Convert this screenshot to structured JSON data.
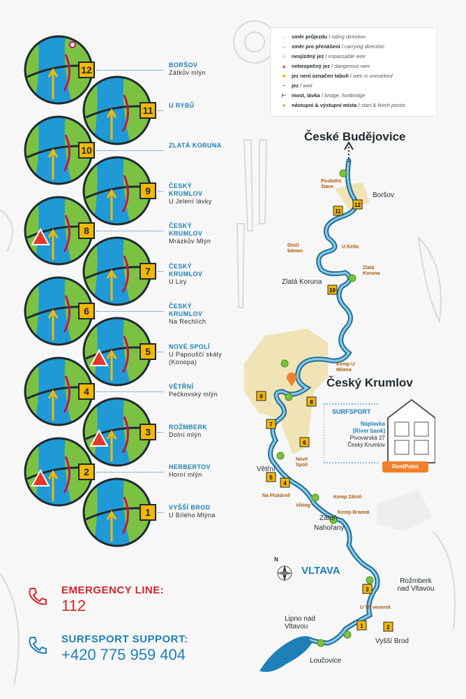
{
  "legend": {
    "items": [
      {
        "icon": "arrow-icon",
        "cz": "směr průjezdu",
        "en": "riding direction"
      },
      {
        "icon": "carry-arrow-icon",
        "cz": "směr pro přenášení",
        "en": "carrying direction"
      },
      {
        "icon": "impassable-icon",
        "cz": "nesjízdný jez",
        "en": "impassable weir"
      },
      {
        "icon": "danger-icon",
        "cz": "nebezpečný jez",
        "en": "dangerous weir"
      },
      {
        "icon": "unmarked-icon",
        "cz": "jez není označen tabulí",
        "en": "weir is unmarked"
      },
      {
        "icon": "weir-icon",
        "cz": "jez",
        "en": "weir"
      },
      {
        "icon": "bridge-icon",
        "cz": "most, lávka",
        "en": "bridge, footbridge"
      },
      {
        "icon": "point-icon",
        "cz": "nástupní & výstupní místa",
        "en": "start & finish points"
      }
    ]
  },
  "weirs": [
    {
      "num": "12",
      "name": "BORŠOV",
      "sub": "Zátkův mlýn"
    },
    {
      "num": "11",
      "name": "U RYBŮ",
      "sub": ""
    },
    {
      "num": "10",
      "name": "ZLATÁ KORUNA",
      "sub": ""
    },
    {
      "num": "9",
      "name": "ČESKÝ KRUMLOV",
      "sub": "U Jelení lávky"
    },
    {
      "num": "8",
      "name": "ČESKÝ KRUMLOV",
      "sub": "Mrázkův Mlýn"
    },
    {
      "num": "7",
      "name": "ČESKÝ KRUMLOV",
      "sub": "U Liry"
    },
    {
      "num": "6",
      "name": "ČESKÝ KRUMLOV",
      "sub": "Na Rechlích"
    },
    {
      "num": "5",
      "name": "NOVÉ SPOLÍ",
      "sub": "U Papouščí skály (Konopa)"
    },
    {
      "num": "4",
      "name": "VĚTŘNÍ",
      "sub": "Pečkovský mlýn"
    },
    {
      "num": "3",
      "name": "ROŽMBERK",
      "sub": "Dolní mlýn"
    },
    {
      "num": "2",
      "name": "HERBERTOV",
      "sub": "Horní mlýn"
    },
    {
      "num": "1",
      "name": "VYŠŠÍ BROD",
      "sub": "U Bílého Mlýna"
    }
  ],
  "contacts": {
    "emergency_title": "EMERGENCY LINE:",
    "emergency_number": "112",
    "support_title": "SURFSPORT SUPPORT:",
    "support_number": "+420 775 959 404"
  },
  "map": {
    "destination": "České Budějovice",
    "main_town": "Český Krumlov",
    "river": "VLTAVA",
    "towns": [
      "Boršov",
      "Zlatá Koruna",
      "Větřní",
      "Zátoň",
      "Nahořany",
      "Rožmberk nad Vltavou",
      "Lipno nad Vltavou",
      "Vyšší Brod",
      "Loučovice"
    ],
    "pois": [
      "Poslední štace",
      "Dívčí kámen",
      "U Kelta",
      "Zlatá Koruna",
      "Kemp U Milana",
      "Nové Spolí",
      "Na Pískárně",
      "Kemp Zátoň",
      "Viking",
      "Kemp Branná",
      "U Tří veverek"
    ],
    "north": "N"
  },
  "rentpoint": {
    "brand": "SURFSPORT",
    "place": "Náplavka",
    "place_en": "[River bank]",
    "street": "Pivovarská 27",
    "city": "Český Krumlov",
    "button": "RentPoint"
  }
}
